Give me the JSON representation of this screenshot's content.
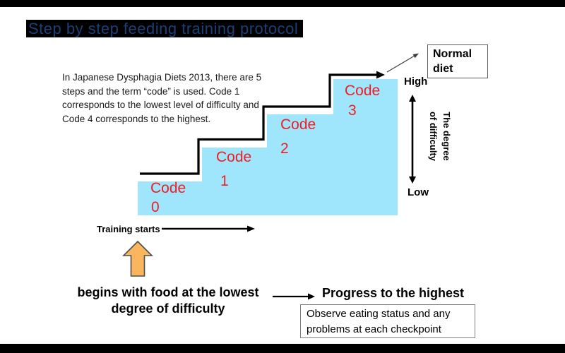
{
  "title": "Step by step feeding training protocol",
  "intro": {
    "text": "In Japanese Dysphagia Diets 2013, there are 5\nsteps and the term “code” is used. Code 1\ncorresponds to the lowest level of difficulty and\nCode 4 corresponds to the highest."
  },
  "staircase": {
    "steps": [
      {
        "word": "Code",
        "number": "0"
      },
      {
        "word": "Code",
        "number": "1"
      },
      {
        "word": "Code",
        "number": "2"
      },
      {
        "word": "Code",
        "number": "3"
      }
    ]
  },
  "axis": {
    "high": "High",
    "low": "Low",
    "label": "The degree\nof difficulty"
  },
  "normal_diet_box": {
    "text": "Normal\ndiet"
  },
  "training": {
    "label": "Training starts"
  },
  "bottom": {
    "left_text": "begins with food at the lowest\ndegree of difficulty",
    "right_text": "Progress to the highest",
    "note_box": "Observe eating status and any\nproblems at each checkpoint"
  },
  "colors": {
    "stair_fill": "#9fe5fb",
    "code_label": "#ef1d25",
    "title_text": "#1c3f77",
    "title_highlight": "#000000",
    "up_arrow_fill": "#f9b65f"
  }
}
